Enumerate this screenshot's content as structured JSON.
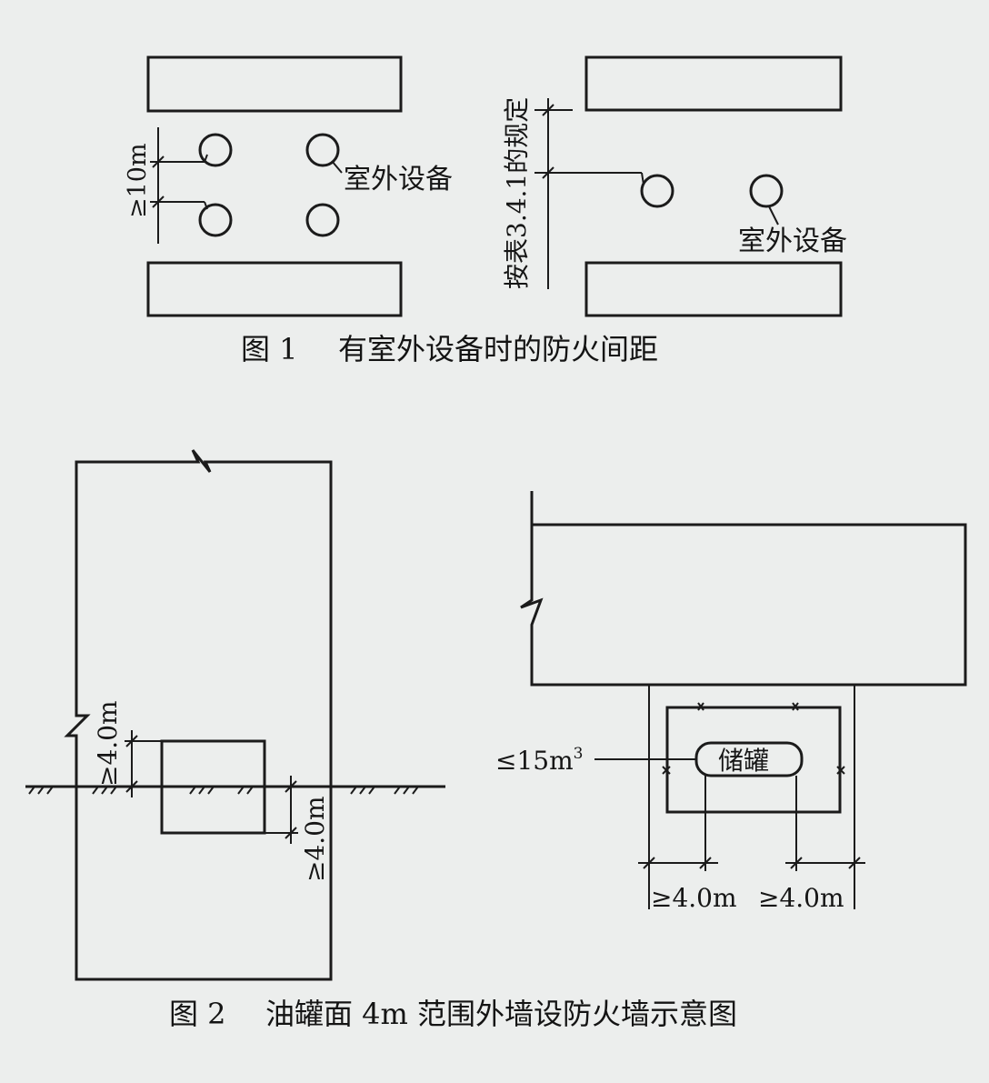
{
  "figure1": {
    "label_left_distance": "≥10m",
    "label_outdoor_equipment_left": "室外设备",
    "label_right_rule": "按表3.4.1的规定",
    "label_outdoor_equipment_right": "室外设备",
    "caption_number": "图 1",
    "caption_text": "有室外设备时的防火间距"
  },
  "figure2": {
    "label_left_vertical_top": "≥4.0m",
    "label_left_vertical_bottom": "≥4.0m",
    "label_tank_capacity_prefix": "≤15m",
    "label_tank_capacity_sup": "3",
    "label_tank": "储罐",
    "label_bottom_dim_left": "≥4.0m",
    "label_bottom_dim_right": "≥4.0m",
    "caption_number": "图 2",
    "caption_text": "油罐面 4m 范围外墙设防火墙示意图"
  }
}
